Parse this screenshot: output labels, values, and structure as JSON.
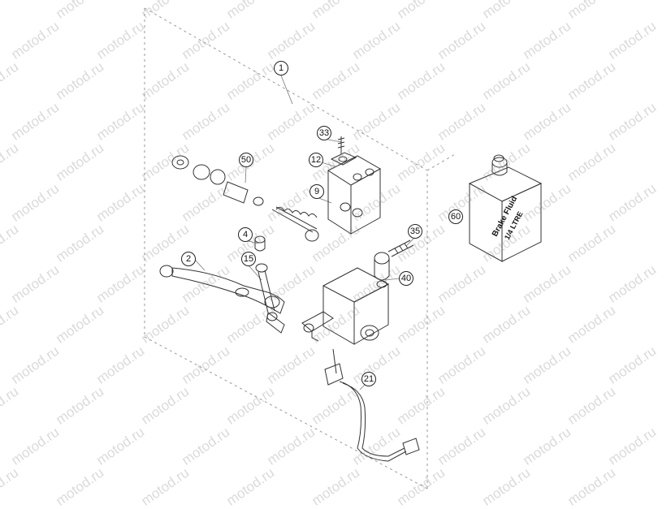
{
  "watermark": "motod.ru",
  "callouts": [
    {
      "id": "c1",
      "label": "1"
    },
    {
      "id": "c33",
      "label": "33"
    },
    {
      "id": "c12",
      "label": "12"
    },
    {
      "id": "c50",
      "label": "50"
    },
    {
      "id": "c9",
      "label": "9"
    },
    {
      "id": "c60",
      "label": "60"
    },
    {
      "id": "c35",
      "label": "35"
    },
    {
      "id": "c4",
      "label": "4"
    },
    {
      "id": "c2",
      "label": "2"
    },
    {
      "id": "c15",
      "label": "15"
    },
    {
      "id": "c40",
      "label": "40"
    },
    {
      "id": "c21",
      "label": "21"
    }
  ],
  "bottle": {
    "line1": "Brake Fluid",
    "line2": "1/4 LTRE"
  },
  "colors": {
    "line": "#222222",
    "watermark": "#969696",
    "background": "#ffffff"
  }
}
